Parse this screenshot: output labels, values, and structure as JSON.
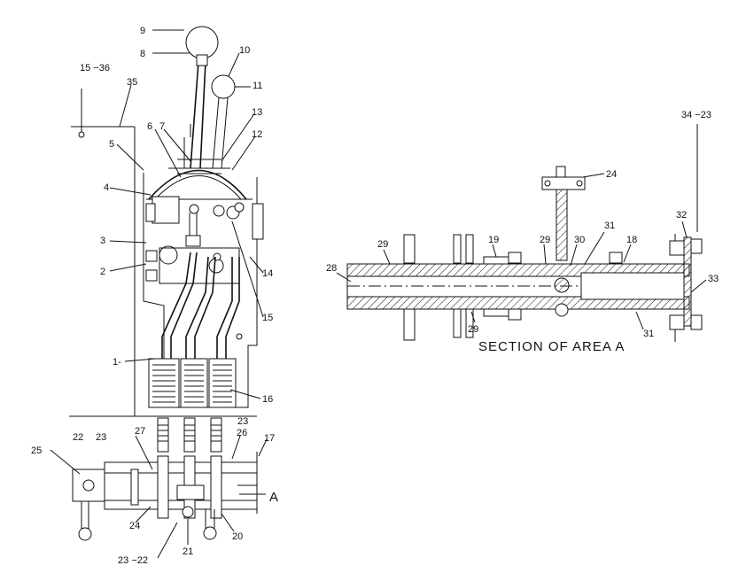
{
  "callouts_left": [
    "9",
    "8",
    "10",
    "11",
    "15 −36",
    "35",
    "7",
    "6",
    "13",
    "12",
    "5",
    "4",
    "3",
    "2",
    "14",
    "15",
    "1-",
    "16",
    "22",
    "23",
    "25",
    "27",
    "26",
    "23",
    "17",
    "24",
    "20",
    "21",
    "23 −22"
  ],
  "callouts_right": [
    "24",
    "34 −23",
    "32",
    "33",
    "29",
    "19",
    "29",
    "30",
    "31",
    "18",
    "28",
    "29",
    "31"
  ],
  "section_marker": "A",
  "section_caption": "SECTION OF AREA A"
}
